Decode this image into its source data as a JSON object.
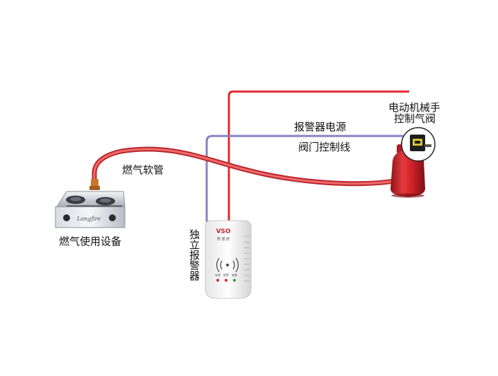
{
  "labels": {
    "valve_title_line1": "电动机械手",
    "valve_title_line2": "控制气阀",
    "alarm_power": "报警器电源",
    "valve_control_line": "阀门控制线",
    "gas_hose": "燃气软管",
    "gas_appliance": "燃气使用设备",
    "standalone_alarm": "独立报警器"
  },
  "device": {
    "brand": "VSO",
    "brand_subtext": "蔚 盛 欧",
    "led_labels": [
      "电源",
      "报警",
      "故障"
    ]
  },
  "stove": {
    "brand": "Longfire"
  },
  "colors": {
    "power_wire": "#e0262d",
    "control_wire": "#8a7fc0",
    "hose": "#e8474a",
    "cylinder": "#d4232a",
    "brass": "#c9762a"
  }
}
